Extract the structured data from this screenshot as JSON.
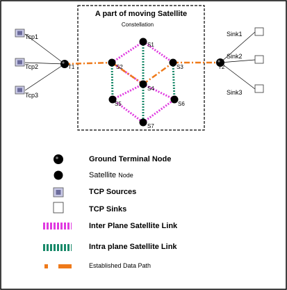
{
  "box": {
    "title": "A part of  moving Satellite",
    "subtitle": "Constellation"
  },
  "sources": [
    "Tcp1",
    "Tcp2",
    "Tcp3"
  ],
  "sinks": [
    "Sink1",
    "Sink2",
    "Sink3"
  ],
  "terminals": {
    "left": "T1",
    "right": "T2"
  },
  "satellites": {
    "s1": "S1",
    "s2": "S2",
    "s3": "S3",
    "s4": "S4",
    "s5": "S5",
    "s6": "S6",
    "s7": "S7"
  },
  "legend": {
    "ground_terminal": "Ground Terminal Node",
    "satellite_word": "Satellite",
    "satellite_suffix": "Node",
    "tcp_sources": "TCP Sources",
    "tcp_sinks": "TCP Sinks",
    "inter_plane": "Inter Plane Satellite Link",
    "intra_plane": "Intra plane Satellite Link",
    "data_path": "Established Data Path"
  },
  "colors": {
    "inter_plane_link": "#e03be0",
    "intra_plane_link": "#1a8a6a",
    "data_path": "#ef7a1a",
    "node": "#000000",
    "tcp_source_fill": "#6c6c9c"
  }
}
